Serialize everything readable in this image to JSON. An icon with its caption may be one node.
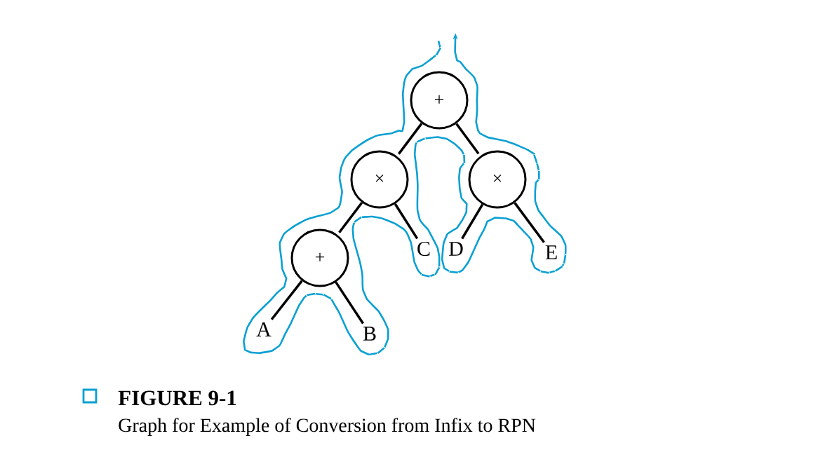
{
  "diagram": {
    "title": "FIGURE 9-1",
    "caption": "Graph for Example of Conversion from Infix to RPN",
    "nodes": [
      {
        "text": [
          "+"
        ]
      },
      {
        "text": [
          "×"
        ]
      },
      {
        "text": [
          "×"
        ]
      },
      {
        "text": [
          "+"
        ]
      },
      {
        "text": [
          "A"
        ]
      },
      {
        "text": [
          "B"
        ]
      },
      {
        "text": [
          "C"
        ]
      },
      {
        "text": [
          "D"
        ]
      },
      {
        "text": [
          "E"
        ]
      }
    ],
    "edges": [
      {
        "from": 0,
        "to": 1,
        "arrow": "none"
      },
      {
        "from": 0,
        "to": 2,
        "arrow": "none"
      },
      {
        "from": 1,
        "to": 3,
        "arrow": "none"
      },
      {
        "from": 1,
        "to": 6,
        "arrow": "none"
      },
      {
        "from": 2,
        "to": 7,
        "arrow": "none"
      },
      {
        "from": 2,
        "to": 8,
        "arrow": "none"
      },
      {
        "from": 3,
        "to": 4,
        "arrow": "none"
      },
      {
        "from": 3,
        "to": 5,
        "arrow": "none"
      }
    ]
  }
}
